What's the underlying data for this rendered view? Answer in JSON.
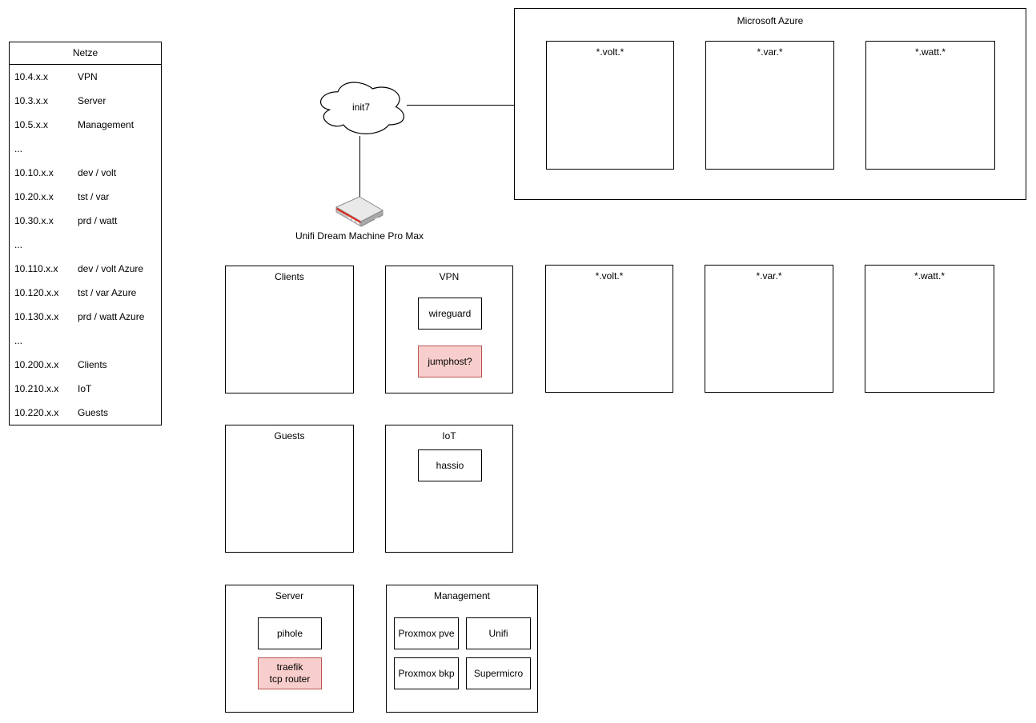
{
  "netze": {
    "title": "Netze",
    "rows": [
      {
        "ip": "10.4.x.x",
        "name": "VPN"
      },
      {
        "ip": "10.3.x.x",
        "name": "Server"
      },
      {
        "ip": "10.5.x.x",
        "name": "Management"
      },
      {
        "ip": "...",
        "name": ""
      },
      {
        "ip": "10.10.x.x",
        "name": "dev / volt"
      },
      {
        "ip": "10.20.x.x",
        "name": "tst / var"
      },
      {
        "ip": "10.30.x.x",
        "name": "prd / watt"
      },
      {
        "ip": "...",
        "name": ""
      },
      {
        "ip": "10.110.x.x",
        "name": "dev / volt Azure"
      },
      {
        "ip": "10.120.x.x",
        "name": "tst / var Azure"
      },
      {
        "ip": "10.130.x.x",
        "name": "prd / watt Azure"
      },
      {
        "ip": "...",
        "name": ""
      },
      {
        "ip": "10.200.x.x",
        "name": "Clients"
      },
      {
        "ip": "10.210.x.x",
        "name": "IoT"
      },
      {
        "ip": "10.220.x.x",
        "name": "Guests"
      }
    ]
  },
  "internet": {
    "label": "init7"
  },
  "router": {
    "label": "Unifi Dream Machine Pro Max"
  },
  "azure": {
    "title": "Microsoft Azure",
    "zones": {
      "volt": "*.volt.*",
      "var": "*.var.*",
      "watt": "*.watt.*"
    }
  },
  "local": {
    "clients": "Clients",
    "vpn": "VPN",
    "volt": "*.volt.*",
    "var": "*.var.*",
    "watt": "*.watt.*",
    "guests": "Guests",
    "iot": "IoT",
    "server": "Server",
    "management": "Management"
  },
  "nodes": {
    "wireguard": "wireguard",
    "jumphost": "jumphost?",
    "hassio": "hassio",
    "pihole": "pihole",
    "traefik": "traefik\ntcp router",
    "proxmox_pve": "Proxmox pve",
    "unifi": "Unifi",
    "proxmox_bkp": "Proxmox bkp",
    "supermicro": "Supermicro"
  },
  "colors": {
    "stroke": "#000000",
    "highlight_fill": "#f8cecc",
    "highlight_stroke": "#b85450",
    "router_red": "#e02a1d"
  }
}
